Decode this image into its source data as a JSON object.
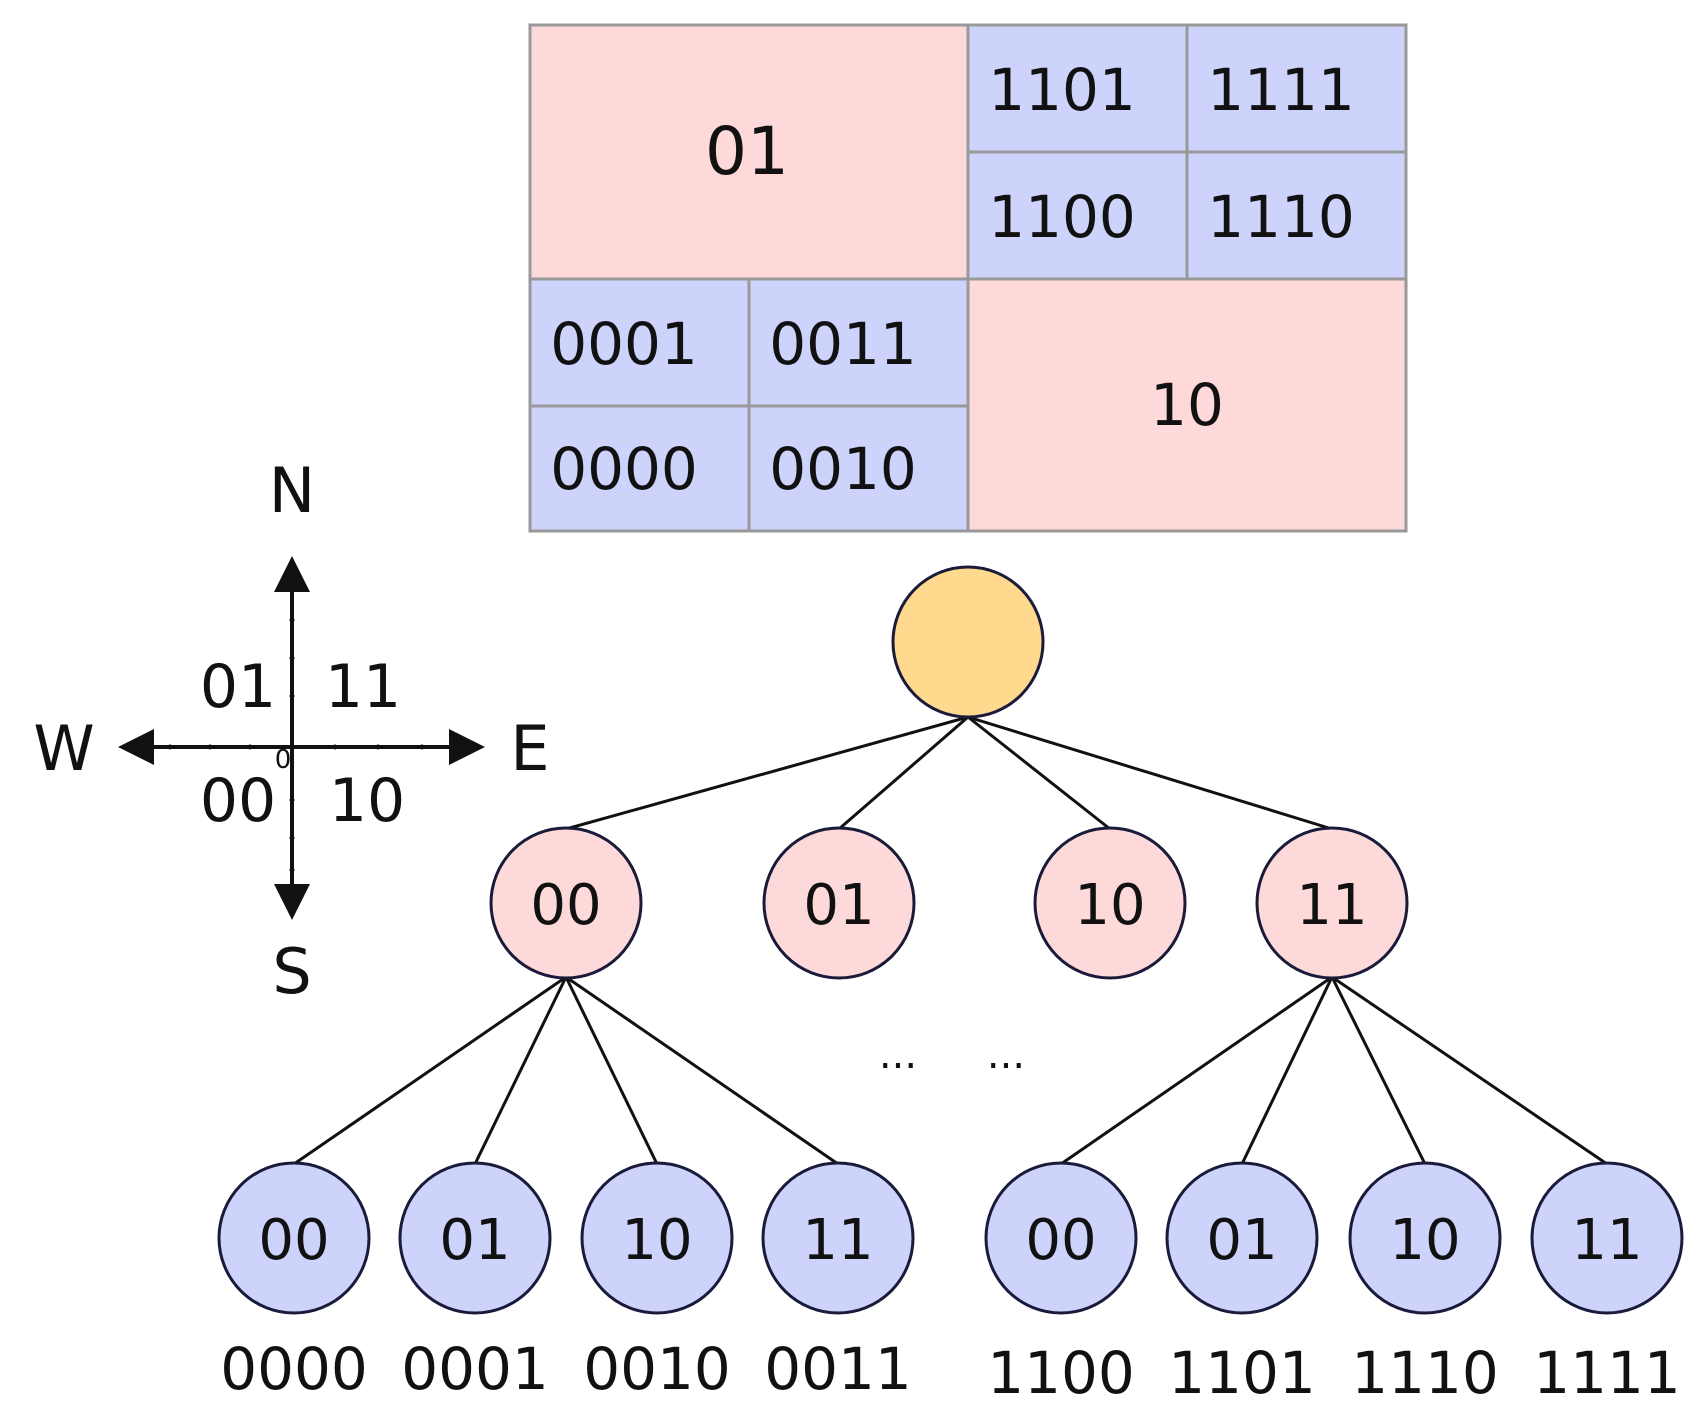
{
  "colors": {
    "pink": "#fdd9d9",
    "blue": "#cdd3fb",
    "root": "#fed98e",
    "grid_line": "#999999",
    "node_stroke": "#1a1a3a",
    "edge": "#111111"
  },
  "grid": {
    "cells": [
      {
        "label": "01",
        "color": "pink"
      },
      {
        "label": "1101",
        "color": "blue"
      },
      {
        "label": "1111",
        "color": "blue"
      },
      {
        "label": "1100",
        "color": "blue"
      },
      {
        "label": "1110",
        "color": "blue"
      },
      {
        "label": "0001",
        "color": "blue"
      },
      {
        "label": "0011",
        "color": "blue"
      },
      {
        "label": "0000",
        "color": "blue"
      },
      {
        "label": "0010",
        "color": "blue"
      },
      {
        "label": "10",
        "color": "pink"
      }
    ]
  },
  "compass": {
    "north": "N",
    "south": "S",
    "east": "E",
    "west": "W",
    "origin": "0",
    "quadrants": {
      "nw": "01",
      "ne": "11",
      "sw": "00",
      "se": "10"
    }
  },
  "tree": {
    "level1": [
      "00",
      "01",
      "10",
      "11"
    ],
    "level2_left": [
      "00",
      "01",
      "10",
      "11"
    ],
    "level2_right": [
      "00",
      "01",
      "10",
      "11"
    ],
    "codes_left": [
      "0000",
      "0001",
      "0010",
      "0011"
    ],
    "codes_right": [
      "1100",
      "1101",
      "1110",
      "1111"
    ],
    "ellipsis": [
      "...",
      "..."
    ]
  }
}
